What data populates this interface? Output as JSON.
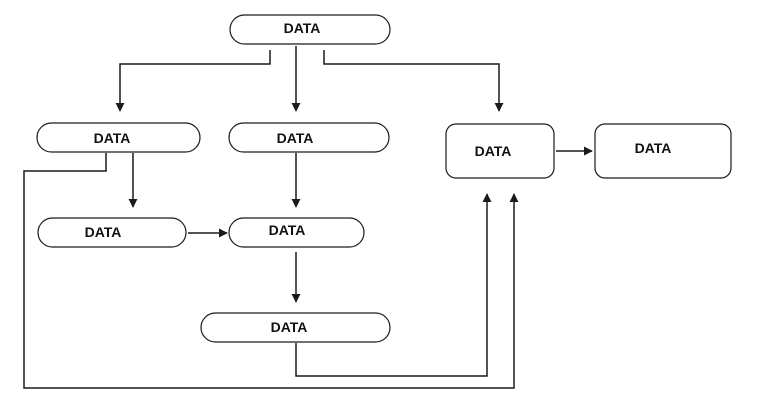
{
  "colors": {
    "stroke": "#1a1a1a",
    "text": "#111111",
    "background": "#ffffff"
  },
  "nodes": {
    "top": {
      "label": "DATA"
    },
    "left_mid": {
      "label": "DATA"
    },
    "center_mid": {
      "label": "DATA"
    },
    "right_mid": {
      "label": "DATA"
    },
    "far_right": {
      "label": "DATA"
    },
    "left_low": {
      "label": "DATA"
    },
    "center_low": {
      "label": "DATA"
    },
    "bottom": {
      "label": "DATA"
    }
  },
  "edges": [
    {
      "from": "top",
      "to": "left_mid"
    },
    {
      "from": "top",
      "to": "center_mid"
    },
    {
      "from": "top",
      "to": "right_mid"
    },
    {
      "from": "left_mid",
      "to": "left_low"
    },
    {
      "from": "left_mid",
      "to": "right_mid"
    },
    {
      "from": "left_low",
      "to": "center_low"
    },
    {
      "from": "center_mid",
      "to": "center_low"
    },
    {
      "from": "center_low",
      "to": "bottom"
    },
    {
      "from": "bottom",
      "to": "right_mid"
    },
    {
      "from": "right_mid",
      "to": "far_right"
    }
  ]
}
